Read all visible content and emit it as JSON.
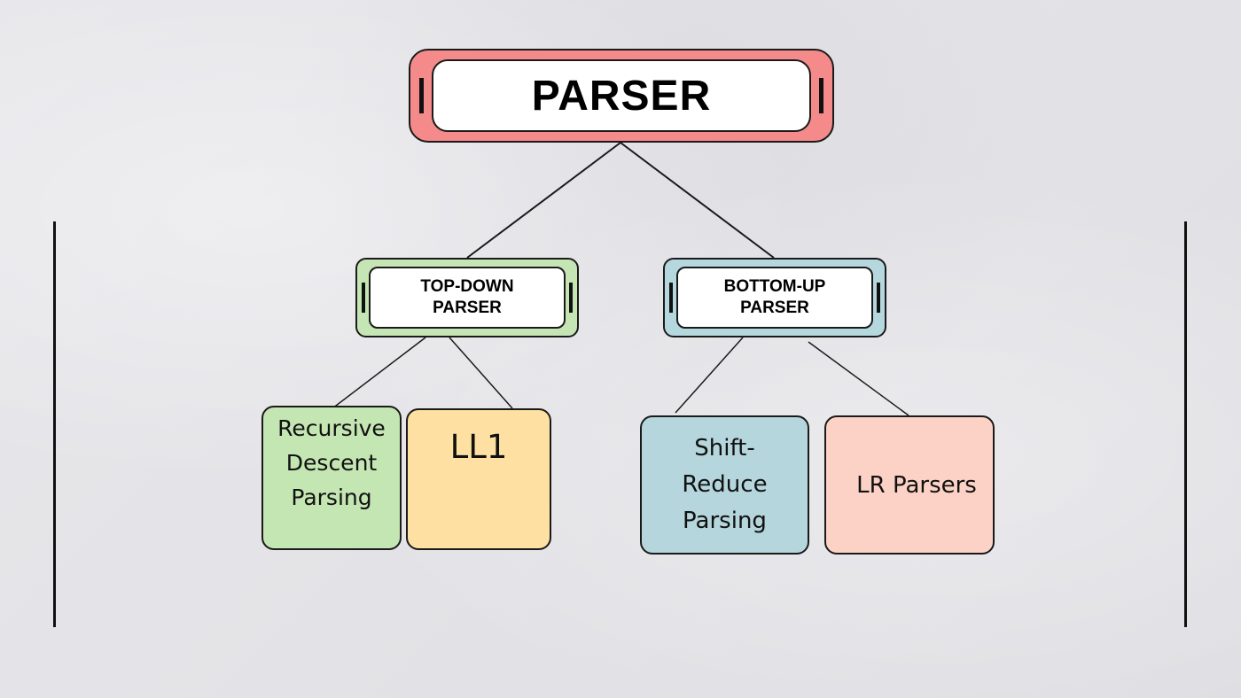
{
  "root": {
    "label": "PARSER"
  },
  "top_down": {
    "line1": "TOP-DOWN",
    "line2": "PARSER",
    "children": {
      "recursive_descent": [
        "Recursive",
        "Descent",
        "Parsing"
      ],
      "ll1": "LL1"
    }
  },
  "bottom_up": {
    "line1": "BOTTOM-UP",
    "line2": "PARSER",
    "children": {
      "shift_reduce": [
        "Shift-",
        "Reduce",
        "Parsing"
      ],
      "lr": "LR Parsers"
    }
  },
  "colors": {
    "background": "#e3e3e7",
    "root_frame": "#f58a8a",
    "top_down_frame": "#c5e6b4",
    "bottom_up_frame": "#b5d8df",
    "recursive_descent_fill": "#c4e6b2",
    "ll1_fill": "#fde0a2",
    "shift_reduce_fill": "#b5d6dc",
    "lr_fill": "#fdd2c6"
  }
}
